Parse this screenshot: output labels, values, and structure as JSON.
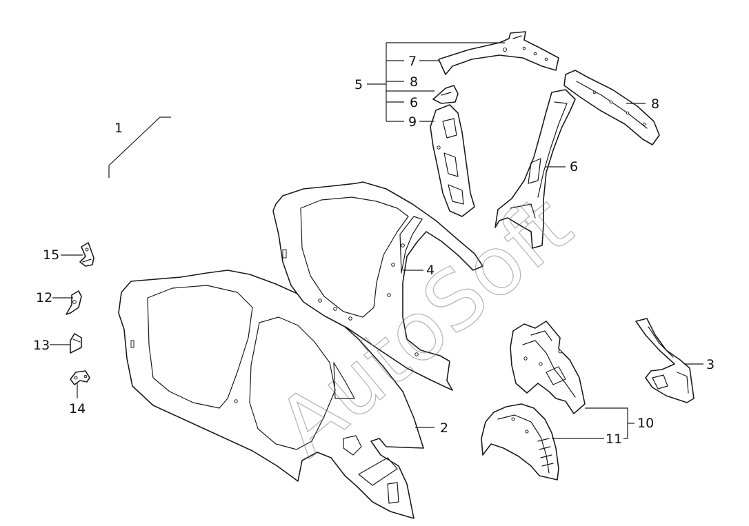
{
  "diagram": {
    "watermark": "AutoSoft",
    "colors": {
      "line": "#1a1a1a",
      "background": "#ffffff",
      "watermark": "#6f6f6f"
    },
    "callouts": [
      {
        "id": "c1",
        "label": "1"
      },
      {
        "id": "c2",
        "label": "2"
      },
      {
        "id": "c3",
        "label": "3"
      },
      {
        "id": "c4",
        "label": "4"
      },
      {
        "id": "c5",
        "label": "5"
      },
      {
        "id": "c6a",
        "label": "6"
      },
      {
        "id": "c6b",
        "label": "6"
      },
      {
        "id": "c7",
        "label": "7"
      },
      {
        "id": "c8a",
        "label": "8"
      },
      {
        "id": "c8b",
        "label": "8"
      },
      {
        "id": "c9",
        "label": "9"
      },
      {
        "id": "c10",
        "label": "10"
      },
      {
        "id": "c11",
        "label": "11"
      },
      {
        "id": "c12",
        "label": "12"
      },
      {
        "id": "c13",
        "label": "13"
      },
      {
        "id": "c14",
        "label": "14"
      },
      {
        "id": "c15",
        "label": "15"
      }
    ]
  }
}
